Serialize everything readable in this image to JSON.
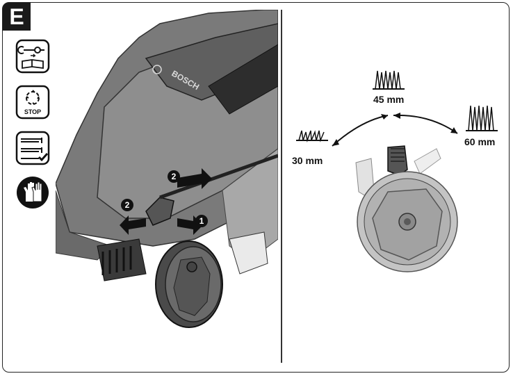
{
  "section": {
    "letter": "E"
  },
  "icons": [
    {
      "name": "unplug-read-manual-icon"
    },
    {
      "name": "blade-stop-icon",
      "label": "STOP"
    },
    {
      "name": "height-adjust-check-icon"
    },
    {
      "name": "gloves-icon"
    }
  ],
  "mower": {
    "brand": "BOSCH",
    "steps": [
      "1",
      "2",
      "2"
    ]
  },
  "heights": {
    "low": "30 mm",
    "mid": "45 mm",
    "high": "60 mm"
  },
  "colors": {
    "ink": "#1a1a1a",
    "body_gray": "#7d7d7d",
    "light_gray": "#bdbdbd"
  }
}
